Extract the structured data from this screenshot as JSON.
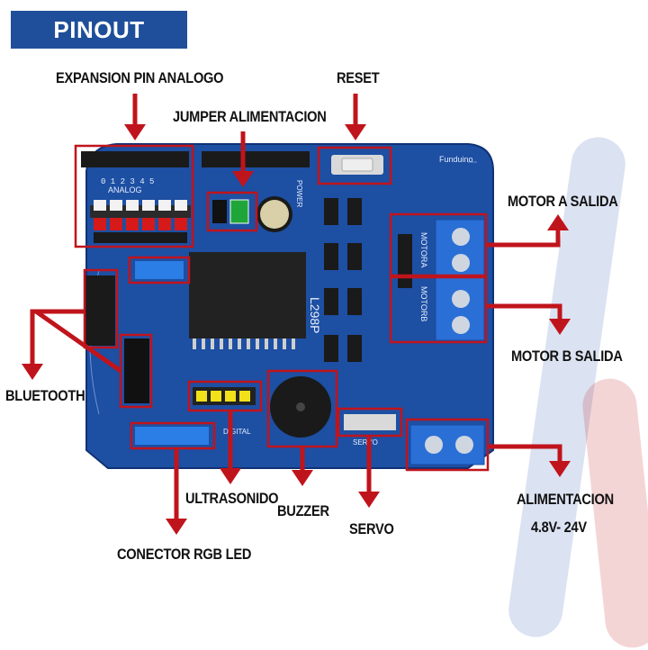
{
  "title": "PINOUT",
  "colors": {
    "title_bg": "#1f4f9a",
    "board": "#1d4fa3",
    "arrow": "#c0141c",
    "highlight": "#c0141c",
    "terminal": "#2a6fd6"
  },
  "labels": {
    "expansion_analog": "EXPANSION PIN ANALOGO",
    "jumper": "JUMPER ALIMENTACION",
    "reset": "RESET",
    "motor_a": "MOTOR A SALIDA",
    "motor_b": "MOTOR B SALIDA",
    "bluetooth": "BLUETOOTH",
    "ultrasonido": "ULTRASONIDO",
    "buzzer": "BUZZER",
    "servo": "SERVO",
    "rgb": "CONECTOR RGB LED",
    "alimentacion": "ALIMENTACION",
    "voltage": "4.8V- 24V"
  },
  "board_text": {
    "chip": "L298P",
    "analog": "ANALOG",
    "analog_pins": "0 1 2 3 4 5",
    "power": "POWER",
    "motora": "MOTORA",
    "motorb": "MOTORB",
    "digital": "DIGITAL",
    "servo": "SERVO",
    "brand": "Funduino"
  }
}
